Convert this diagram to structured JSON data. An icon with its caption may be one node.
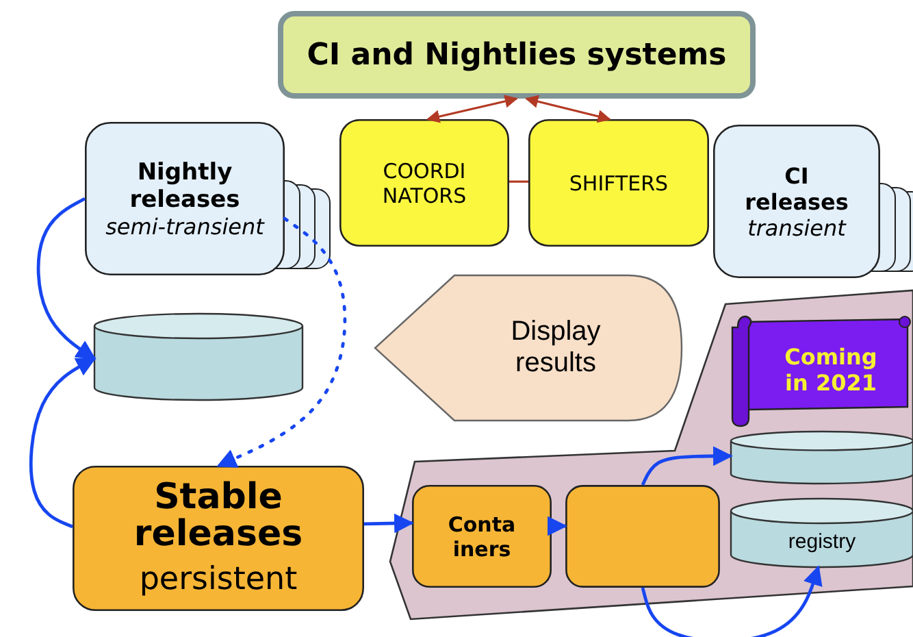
{
  "diagram": {
    "nodes": [
      {
        "text": [
          "CI and Nightlies systems"
        ]
      },
      {
        "text": [
          "Nightly releases",
          "semi-transient"
        ]
      },
      {
        "text": [
          "COORDI NATORS"
        ]
      },
      {
        "text": [
          "SHIFTERS"
        ]
      },
      {
        "text": [
          "CI releases",
          "transient"
        ]
      },
      {
        "text": [],
        "shape": "cylinder"
      },
      {
        "text": [
          "Display results"
        ]
      },
      {
        "text": [
          "Stable releases",
          "persistent"
        ]
      },
      {
        "text": [],
        "shape": "box"
      },
      {
        "text": [
          "Coming in 2021"
        ],
        "in": 8
      },
      {
        "text": [],
        "shape": "cylinder",
        "in": 8
      },
      {
        "text": [
          "Conta iners"
        ],
        "in": 8
      },
      {
        "text": [],
        "shape": "box",
        "in": 8
      },
      {
        "text": [
          "registry"
        ],
        "in": 8
      }
    ],
    "edges": [
      {
        "from": 2,
        "to": 0,
        "arrow": "both",
        "color": "#b23a24"
      },
      {
        "from": 3,
        "to": 0,
        "arrow": "both",
        "color": "#b23a24"
      },
      {
        "from": 2,
        "to": 3,
        "arrow": "none",
        "color": "#b23a24"
      },
      {
        "from": 1,
        "to": 5,
        "arrow": "to"
      },
      {
        "from": 7,
        "to": 5,
        "arrow": "to"
      },
      {
        "from": 1,
        "to": 7,
        "arrow": "to",
        "style": "dashed"
      },
      {
        "from": 7,
        "to": 11,
        "arrow": "to"
      },
      {
        "from": 11,
        "to": 12,
        "arrow": "to"
      },
      {
        "from": 12,
        "to": 10,
        "arrow": "to"
      },
      {
        "from": 12,
        "to": 13,
        "arrow": "to"
      }
    ]
  }
}
